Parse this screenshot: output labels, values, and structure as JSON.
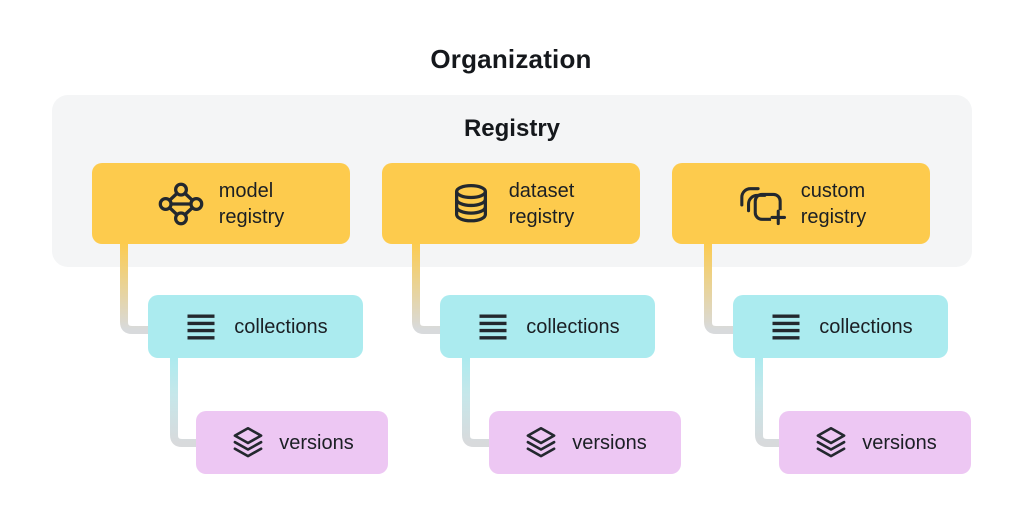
{
  "title": "Organization",
  "panel": {
    "label": "Registry"
  },
  "registries": [
    {
      "name": "model registry",
      "label_line1": "model",
      "label_line2": "registry",
      "icon": "model-network-icon",
      "collections": {
        "label": "collections",
        "icon": "list-icon"
      },
      "versions": {
        "label": "versions",
        "icon": "layers-icon"
      }
    },
    {
      "name": "dataset registry",
      "label_line1": "dataset",
      "label_line2": "registry",
      "icon": "database-icon",
      "collections": {
        "label": "collections",
        "icon": "list-icon"
      },
      "versions": {
        "label": "versions",
        "icon": "layers-icon"
      }
    },
    {
      "name": "custom registry",
      "label_line1": "custom",
      "label_line2": "registry",
      "icon": "stacked-squares-plus-icon",
      "collections": {
        "label": "collections",
        "icon": "list-icon"
      },
      "versions": {
        "label": "versions",
        "icon": "layers-icon"
      }
    }
  ],
  "colors": {
    "registry_box": "#fdcb4d",
    "collections_box": "#abebef",
    "versions_box": "#edc7f3",
    "panel_bg": "#f4f5f6",
    "connector_gray": "#d8dadc",
    "icon_stroke": "#23282e",
    "text": "#1b1f24"
  }
}
